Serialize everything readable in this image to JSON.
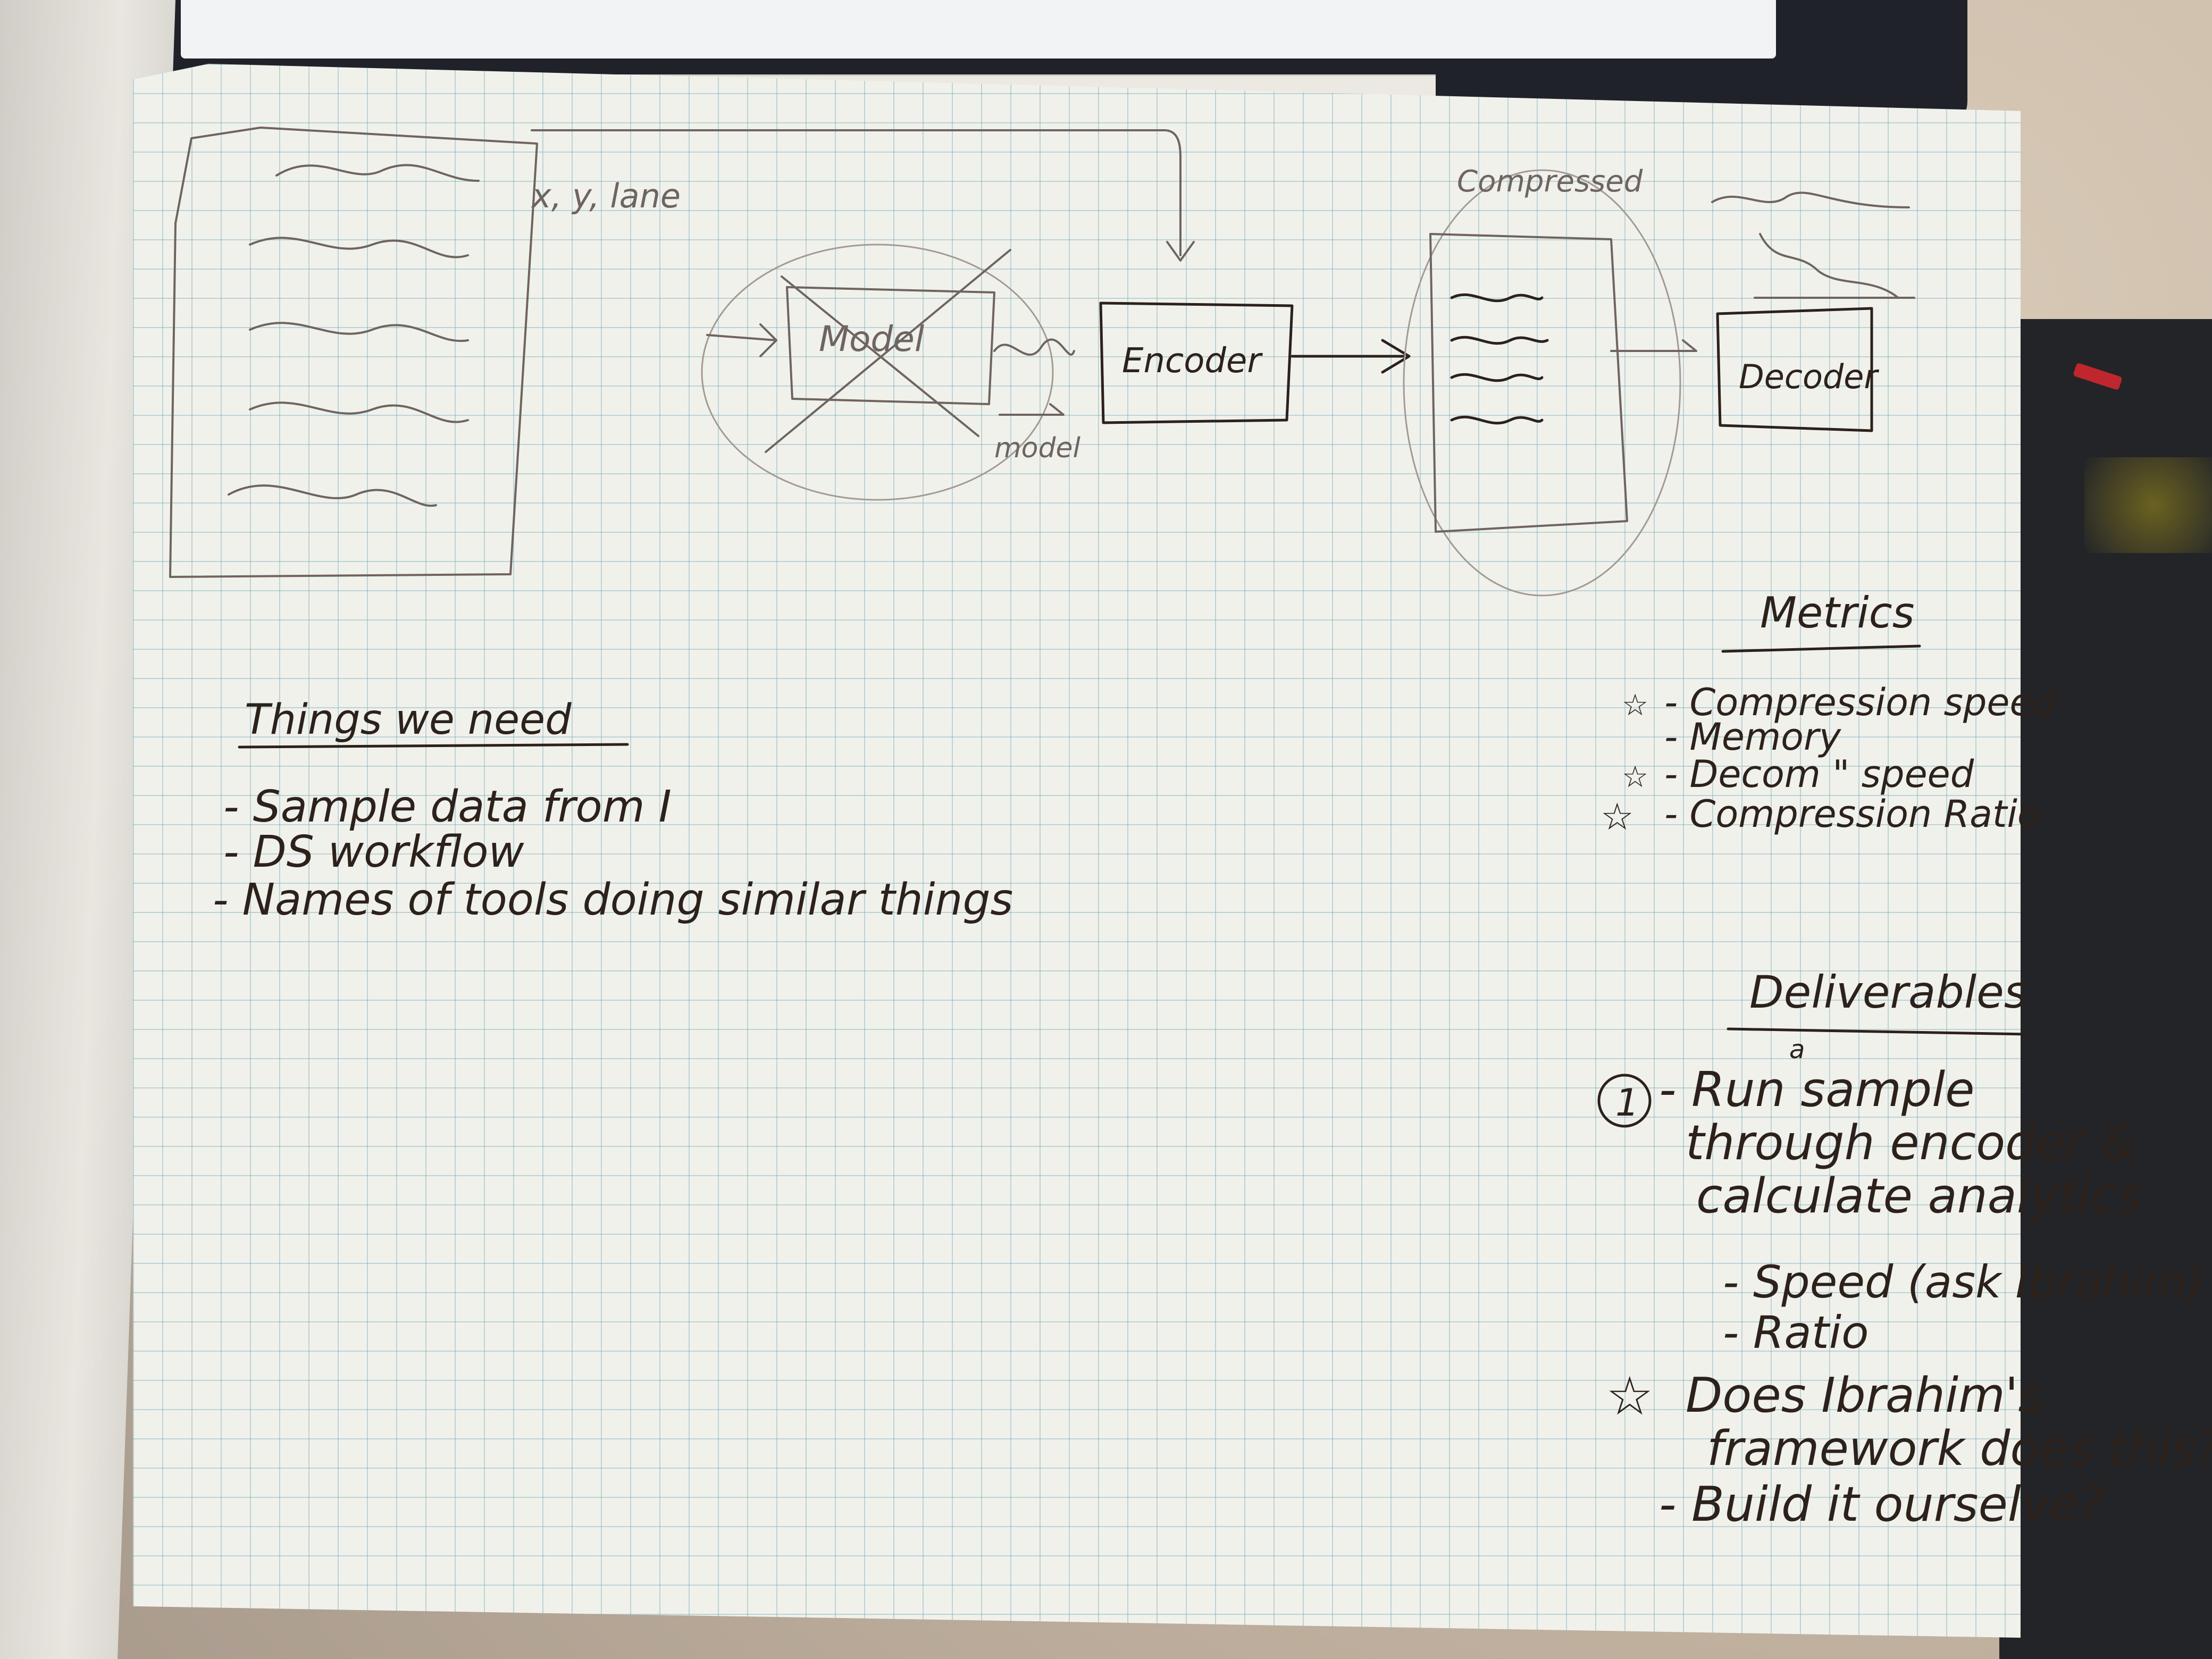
{
  "diagram": {
    "input_label": "x, y, lane",
    "model_label": "Model",
    "model_output_label": "model",
    "encoder_label": "Encoder",
    "compressed_label": "Compressed",
    "decoder_label": "Decoder"
  },
  "needs": {
    "title": "Things we need",
    "items": [
      "- Sample data from I",
      "- DS workflow",
      "- Names of tools doing similar things"
    ]
  },
  "metrics": {
    "title": "Metrics",
    "items": [
      "- Compression speed",
      "- Memory",
      "- Decom \" speed",
      "- Compression Ratio"
    ]
  },
  "deliverables": {
    "title": "Deliverables",
    "number": "1",
    "main_lines": [
      "- Run sample",
      "through encoder &",
      "calculate analytics"
    ],
    "caret_insert": "a",
    "sub_items": [
      "- Speed (ask Ibrahim)",
      "- Ratio"
    ],
    "question_lines": [
      "Does Ibrahim's",
      "framework does this?"
    ],
    "build_line": "- Build it ourselve?"
  }
}
